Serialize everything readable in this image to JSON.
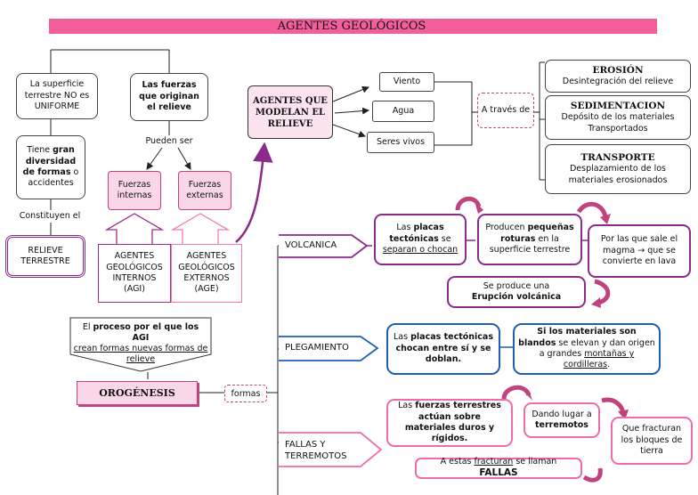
{
  "title": "AGENTES GEOLÓGICOS",
  "left": {
    "superficie": "La superficie terrestre NO es UNIFORME",
    "diversidad": [
      "Tiene ",
      "gran diversidad de formas",
      " o accidentes"
    ],
    "constituyen": "Constituyen el",
    "relieve": "RELIEVE TERRESTRE"
  },
  "fuerzas": {
    "originan": "Las fuerzas que originan el relieve",
    "pueden_ser": "Pueden ser",
    "internas": "Fuerzas internas",
    "externas": "Fuerzas externas",
    "agi": "AGENTES GEOLÓGICOS INTERNOS (AGI)",
    "age": "AGENTES GEOLÓGICOS EXTERNOS (AGE)"
  },
  "proceso": {
    "line1": [
      "El ",
      "proceso por el que los AGI"
    ],
    "line2": "crean formas nuevas formas de relieve",
    "orogenesis": "OROGÉNESIS",
    "formas": "formas"
  },
  "modelan": {
    "label": "AGENTES QUE MODELAN EL RELIEVE",
    "viento": "Viento",
    "agua": "Agua",
    "seres": "Seres vivos",
    "traves": "A través de",
    "erosion_t": "EROSIÓN",
    "erosion_d": "Desintegración del relieve",
    "sedim_t": "SEDIMENTACION",
    "sedim_d": "Depósito de los materiales Transportados",
    "transp_t": "TRANSPORTE",
    "transp_d": "Desplazamiento de los materiales erosionados"
  },
  "volcanica": {
    "label": "VOLCANICA",
    "b1": [
      "Las ",
      "placas tectónicas",
      " se ",
      "separan o chocan"
    ],
    "b2": [
      "Producen ",
      "pequeñas roturas",
      " en la superficie terrestre"
    ],
    "b3": "Por las que sale el magma → que se convierte en lava",
    "b4": [
      "Se produce una ",
      "Erupción volcánica"
    ]
  },
  "plegamiento": {
    "label": "PLEGAMIENTO",
    "b1": [
      "Las ",
      "placas tectónicas chocan entre sí y se doblan."
    ],
    "b2": [
      "Si los materiales son blandos",
      " se elevan y dan origen a grandes ",
      "montañas y cordilleras",
      "."
    ]
  },
  "fallas": {
    "label": "FALLAS Y TERREMOTOS",
    "b1": [
      "Las ",
      "fuerzas terrestres actúan sobre materiales duros y rígidos."
    ],
    "b2": [
      "Dando lugar a ",
      "terremotos"
    ],
    "b3": "Que fracturan los bloques de tierra",
    "b4": [
      "A estas ",
      "fracturan",
      " se llaman ",
      "FALLAS"
    ]
  },
  "colors": {
    "title_bar": "#f25f9a",
    "purple": "#8c2a8c",
    "blue": "#1f5fb4",
    "pink": "#f06ca8",
    "light_pink": "#f9d6e8"
  }
}
